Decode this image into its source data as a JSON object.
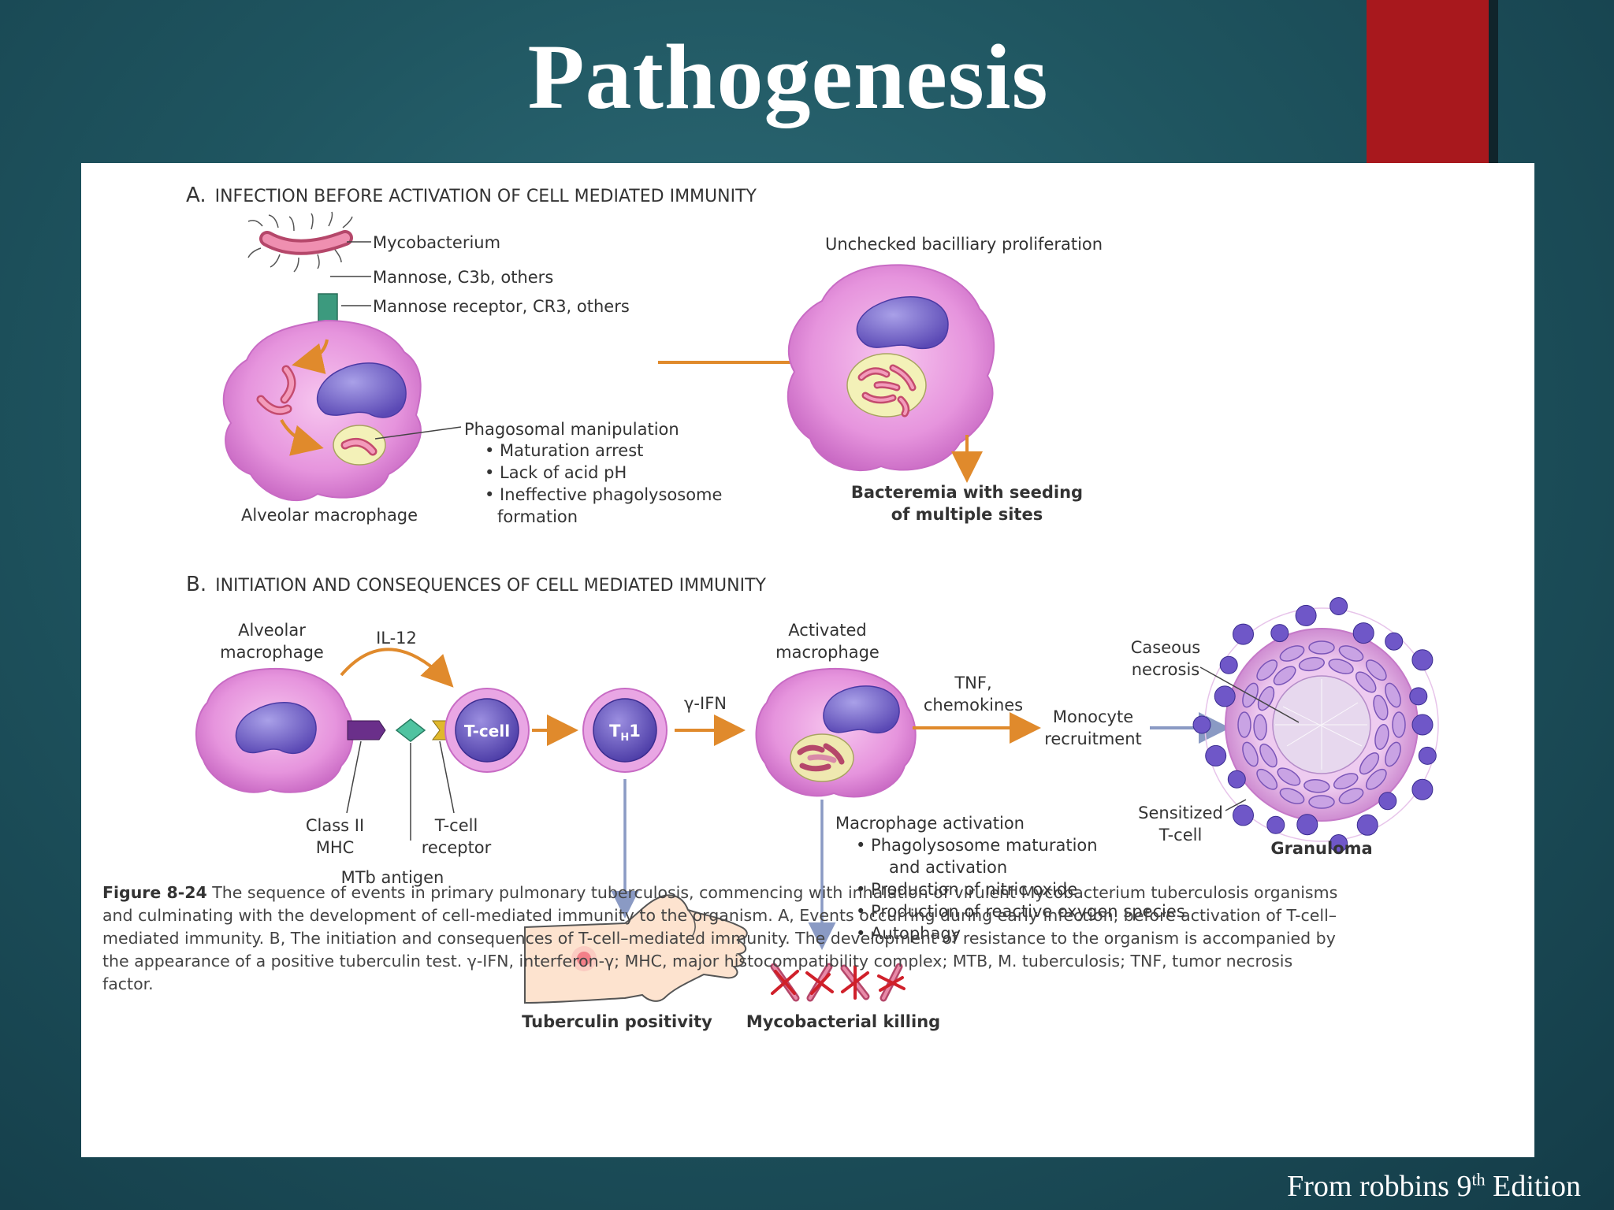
{
  "slide": {
    "title": "Pathogenesis",
    "source_prefix": "From robbins 9",
    "source_sup": "th",
    "source_suffix": " Edition",
    "accent_color": "#a8181d"
  },
  "figure": {
    "section_a": {
      "heading_letter": "A.",
      "heading": "INFECTION BEFORE ACTIVATION OF CELL MEDIATED IMMUNITY",
      "mycobacterium": "Mycobacterium",
      "mannose": "Mannose, C3b, others",
      "receptor": "Mannose receptor, CR3, others",
      "phago_title": "Phagosomal manipulation",
      "phago_items": [
        "• Maturation arrest",
        "• Lack of acid pH",
        "• Ineffective phagolysosome",
        "formation"
      ],
      "alveolar_macrophage": "Alveolar macrophage",
      "unchecked": "Unchecked bacilliary proliferation",
      "bacteremia_1": "Bacteremia with seeding",
      "bacteremia_2": "of multiple sites"
    },
    "section_b": {
      "heading_letter": "B.",
      "heading": "INITIATION AND CONSEQUENCES OF CELL MEDIATED IMMUNITY",
      "alveolar_1": "Alveolar",
      "alveolar_2": "macrophage",
      "il12": "IL-12",
      "tcell": "T-cell",
      "th1_main": "T",
      "th1_sub": "H",
      "th1_num": "1",
      "ifn": "γ-IFN",
      "activated_1": "Activated",
      "activated_2": "macrophage",
      "tnf_1": "TNF,",
      "tnf_2": "chemokines",
      "monocyte_1": "Monocyte",
      "monocyte_2": "recruitment",
      "caseous_1": "Caseous",
      "caseous_2": "necrosis",
      "sensitized_1": "Sensitized",
      "sensitized_2": "T-cell",
      "granuloma": "Granuloma",
      "class2_1": "Class II",
      "class2_2": "MHC",
      "tcr_1": "T-cell",
      "tcr_2": "receptor",
      "mtb_antigen": "MTb antigen",
      "activation_title": "Macrophage activation",
      "activation_items": [
        "• Phagolysosome maturation",
        "and activation",
        "• Production of nitric oxide",
        "• Production of reactive oxygen species",
        "• Autophagy"
      ],
      "tuberculin": "Tuberculin positivity",
      "killing": "Mycobacterial killing"
    },
    "caption": {
      "label": "Figure 8-24",
      "text": " The sequence of events in primary pulmonary tuberculosis, commencing with inhalation of virulent Mycobacterium tuberculosis organisms and culminating with the development of cell-mediated immunity to the organism. A, Events occurring during early infection, before activation of T-cell–mediated immunity. B, The initiation and consequences of T-cell–mediated immunity. The development of resistance to the organism is accompanied by the appearance of a positive tuberculin test. γ-IFN, interferon-γ; MHC, major histocompatibility complex; MTB, M. tuberculosis; TNF, tumor necrosis factor."
    }
  }
}
